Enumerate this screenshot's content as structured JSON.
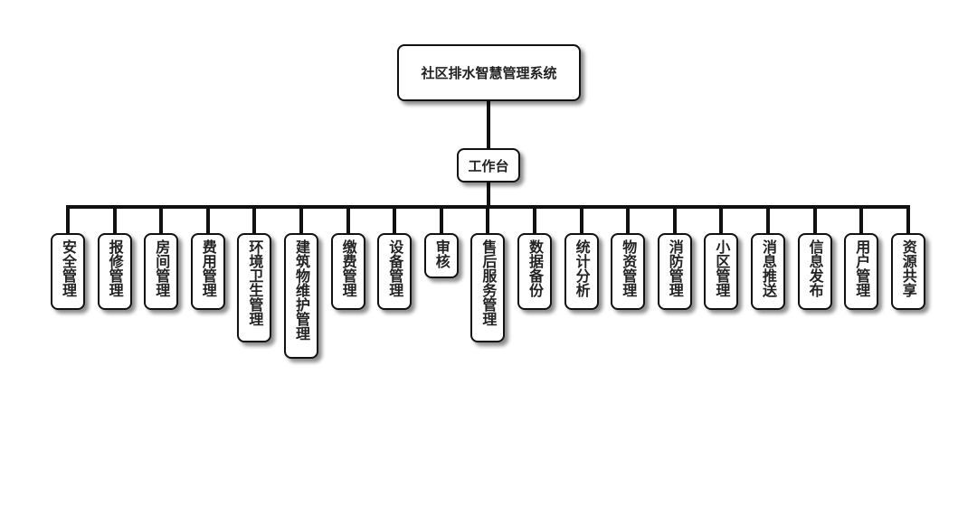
{
  "root": {
    "label": "社区排水智慧管理系统"
  },
  "hub": {
    "label": "工作台"
  },
  "modules": [
    {
      "label": "安全管理"
    },
    {
      "label": "报修管理"
    },
    {
      "label": "房间管理"
    },
    {
      "label": "费用管理"
    },
    {
      "label": "环境卫生管理"
    },
    {
      "label": "建筑物维护管理"
    },
    {
      "label": "缴费管理"
    },
    {
      "label": "设备管理"
    },
    {
      "label": "审核"
    },
    {
      "label": "售后服务管理"
    },
    {
      "label": "数据备份"
    },
    {
      "label": "统计分析"
    },
    {
      "label": "物资管理"
    },
    {
      "label": "消防管理"
    },
    {
      "label": "小区管理"
    },
    {
      "label": "消息推送"
    },
    {
      "label": "信息发布"
    },
    {
      "label": "用户管理"
    },
    {
      "label": "资源共享"
    }
  ]
}
